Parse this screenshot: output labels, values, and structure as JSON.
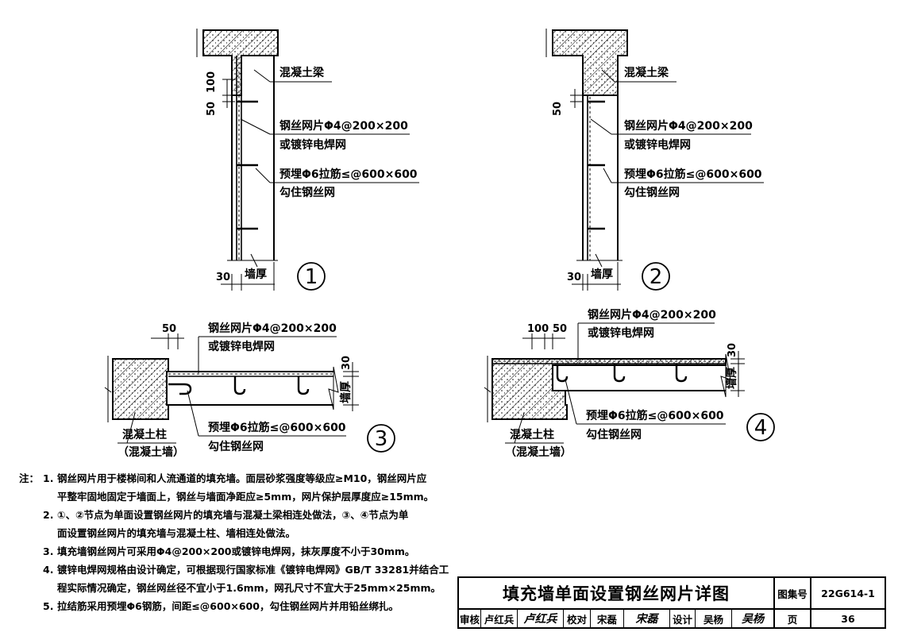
{
  "labels": {
    "beam": "混凝土梁",
    "mesh": "钢丝网片Φ4@200×200",
    "mesh_alt": "或镀锌电焊网",
    "tie": "预埋Φ6拉筋≤@600×600",
    "tie_sub": "勾住钢丝网",
    "column": "混凝土柱",
    "column_sub": "（混凝土墙）",
    "wall_thickness": "墙厚"
  },
  "dims": {
    "d100": "100",
    "d50": "50",
    "d30": "30"
  },
  "details": [
    "1",
    "2",
    "3",
    "4"
  ],
  "notes": {
    "prefix": "注：",
    "items": [
      {
        "num": "1.",
        "lines": [
          "钢丝网片用于楼梯间和人流通道的填充墙。面层砂浆强度等级应≥M10，钢丝网片应",
          "平整牢固地固定于墙面上，钢丝与墙面净距应≥5mm，网片保护层厚度应≥15mm。"
        ]
      },
      {
        "num": "2.",
        "lines": [
          "①、②节点为单面设置钢丝网片的填充墙与混凝土梁相连处做法，③、④节点为单",
          "面设置钢丝网片的填充墙与混凝土柱、墙相连处做法。"
        ]
      },
      {
        "num": "3.",
        "lines": [
          "填充墙钢丝网片可采用Φ4@200×200或镀锌电焊网，抹灰厚度不小于30mm。"
        ]
      },
      {
        "num": "4.",
        "lines": [
          "镀锌电焊网规格由设计确定，可根据现行国家标准《镀锌电焊网》GB/T 33281并结合工",
          "程实际情况确定，钢丝网丝径不宜小于1.6mm，网孔尺寸不宜大于25mm×25mm。"
        ]
      },
      {
        "num": "5.",
        "lines": [
          "拉结筋采用预埋Φ6钢筋，间距≤@600×600，勾住钢丝网片并用铅丝绑扎。"
        ]
      }
    ]
  },
  "title_block": {
    "title": "填充墙单面设置钢丝网片详图",
    "atlas_label": "图集号",
    "atlas_no": "22G614-1",
    "review_label": "审核",
    "review_name": "卢红兵",
    "review_sig": "卢红兵",
    "check_label": "校对",
    "check_name": "宋磊",
    "check_sig": "宋磊",
    "design_label": "设计",
    "design_name": "吴杨",
    "design_sig": "吴杨",
    "page_label": "页",
    "page_no": "36"
  }
}
